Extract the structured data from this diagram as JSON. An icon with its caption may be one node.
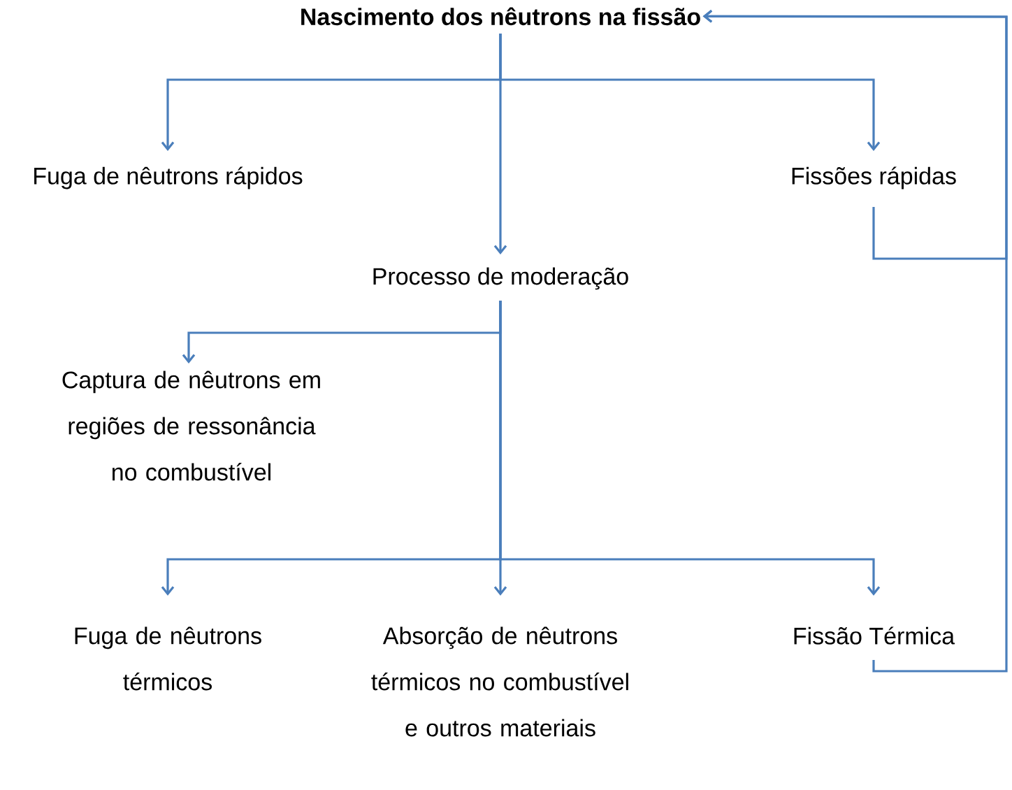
{
  "diagram": {
    "nodes": [
      {
        "text": [
          "Nascimento dos nêutrons na fissão"
        ]
      },
      {
        "text": [
          "Fuga de nêutrons rápidos"
        ]
      },
      {
        "text": [
          "Fissões rápidas"
        ]
      },
      {
        "text": [
          "Processo de moderação"
        ]
      },
      {
        "text": [
          "Captura de nêutrons em regiões de ressonância no combustível"
        ]
      },
      {
        "text": [
          "Fuga de nêutrons térmicos"
        ]
      },
      {
        "text": [
          "Absorção de nêutrons térmicos no combustível e outros materiais"
        ]
      },
      {
        "text": [
          "Fissão Térmica"
        ]
      }
    ],
    "edges": [
      {
        "from": 0,
        "to": 1,
        "arrow": "to"
      },
      {
        "from": 0,
        "to": 2,
        "arrow": "to"
      },
      {
        "from": 0,
        "to": 3,
        "arrow": "to"
      },
      {
        "from": 2,
        "to": 0,
        "arrow": "to"
      },
      {
        "from": 3,
        "to": 4,
        "arrow": "to"
      },
      {
        "from": 3,
        "to": 5,
        "arrow": "to"
      },
      {
        "from": 3,
        "to": 6,
        "arrow": "to"
      },
      {
        "from": 3,
        "to": 7,
        "arrow": "to"
      },
      {
        "from": 7,
        "to": 0,
        "arrow": "to"
      }
    ]
  }
}
